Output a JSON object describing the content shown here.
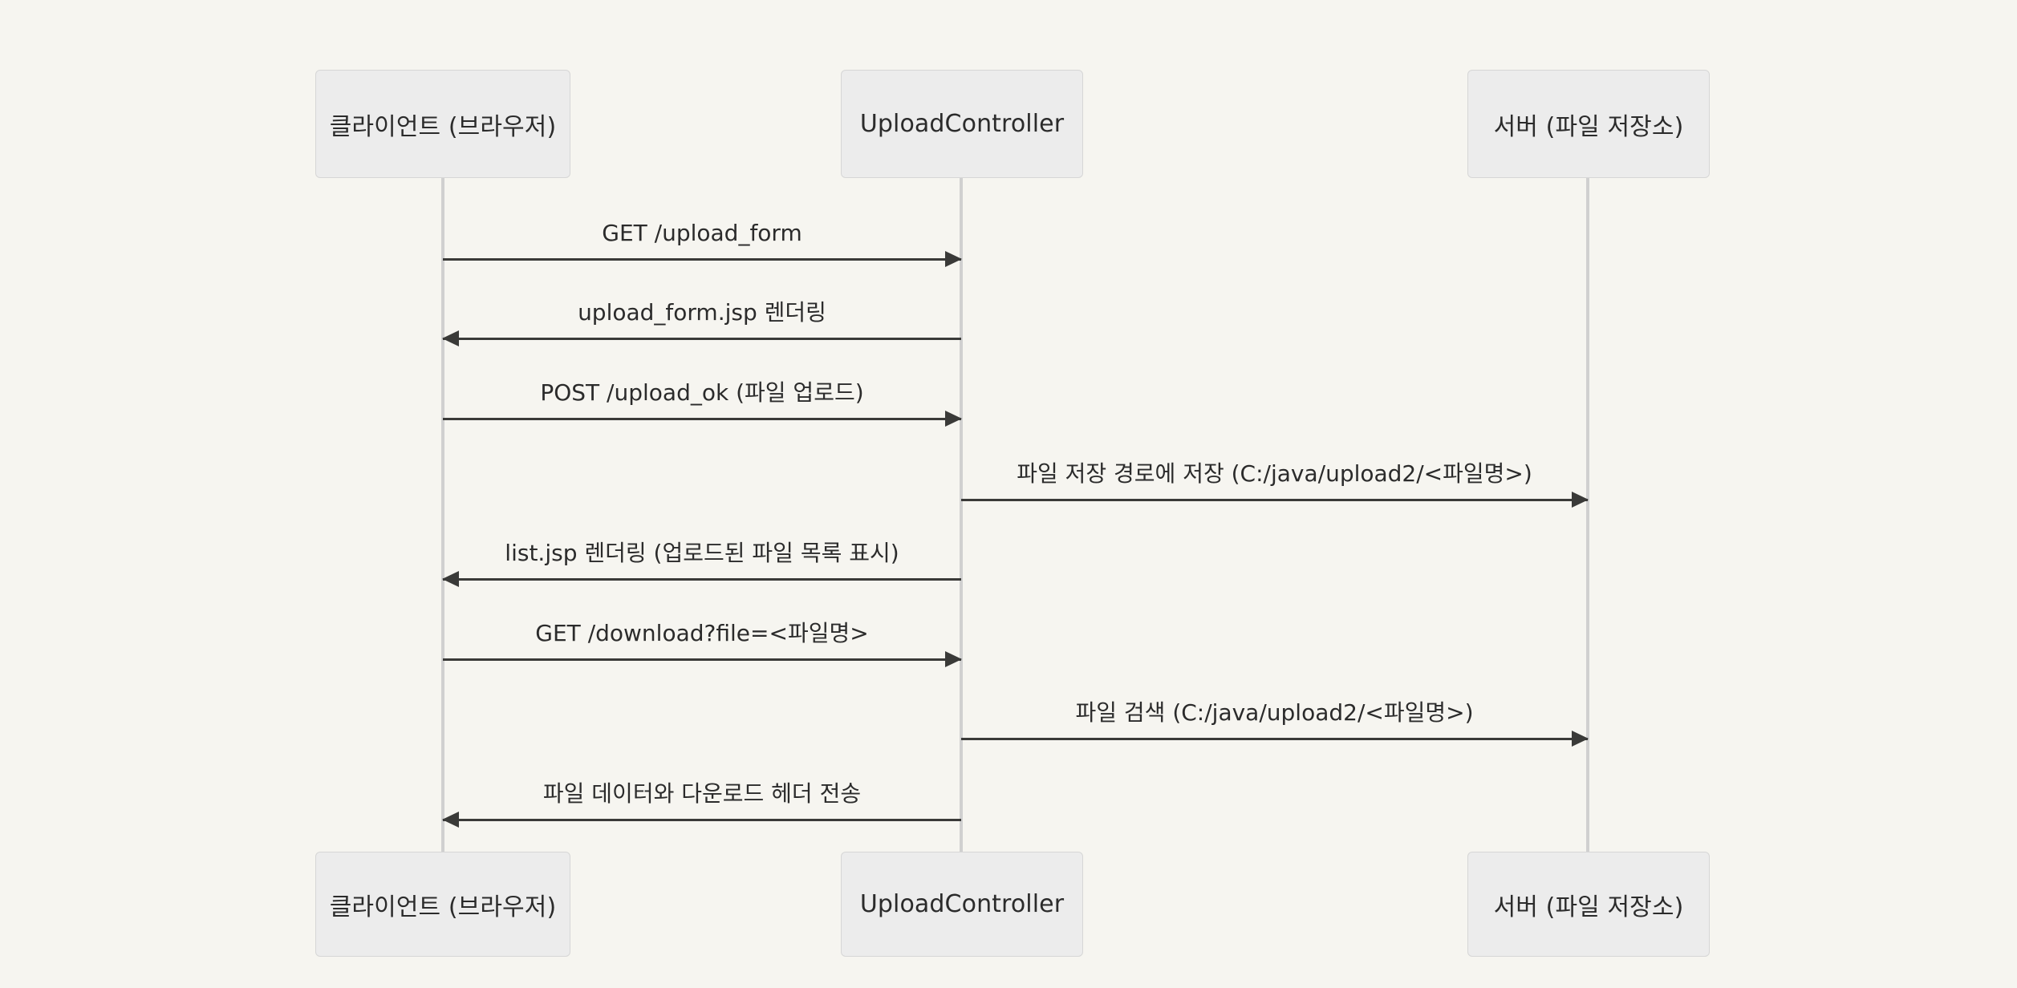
{
  "diagram": {
    "type": "sequence-diagram",
    "title": "",
    "background_color": "#f6f5f0",
    "box_fill_color": "#ececec",
    "box_border_color": "#d6d6d6",
    "lifeline_color": "#d0d0d0",
    "arrow_color": "#3a3a38",
    "text_color": "#2b2b2b",
    "participants": [
      {
        "id": "client",
        "label": "클라이언트 (브라우저)"
      },
      {
        "id": "controller",
        "label": "UploadController"
      },
      {
        "id": "server",
        "label": "서버 (파일 저장소)"
      }
    ],
    "messages": [
      {
        "index": 1,
        "label": "GET /upload_form",
        "from": "client",
        "to": "controller",
        "direction": "right"
      },
      {
        "index": 2,
        "label": "upload_form.jsp 렌더링",
        "from": "controller",
        "to": "client",
        "direction": "left"
      },
      {
        "index": 3,
        "label": "POST /upload_ok (파일 업로드)",
        "from": "client",
        "to": "controller",
        "direction": "right"
      },
      {
        "index": 4,
        "label": "파일 저장 경로에 저장 (C:/java/upload2/<파일명>)",
        "from": "controller",
        "to": "server",
        "direction": "right"
      },
      {
        "index": 5,
        "label": "list.jsp 렌더링 (업로드된 파일 목록 표시)",
        "from": "controller",
        "to": "client",
        "direction": "left"
      },
      {
        "index": 6,
        "label": "GET /download?file=<파일명>",
        "from": "client",
        "to": "controller",
        "direction": "right"
      },
      {
        "index": 7,
        "label": "파일 검색 (C:/java/upload2/<파일명>)",
        "from": "controller",
        "to": "server",
        "direction": "right"
      },
      {
        "index": 8,
        "label": "파일 데이터와 다운로드 헤더 전송",
        "from": "controller",
        "to": "client",
        "direction": "left"
      }
    ]
  }
}
